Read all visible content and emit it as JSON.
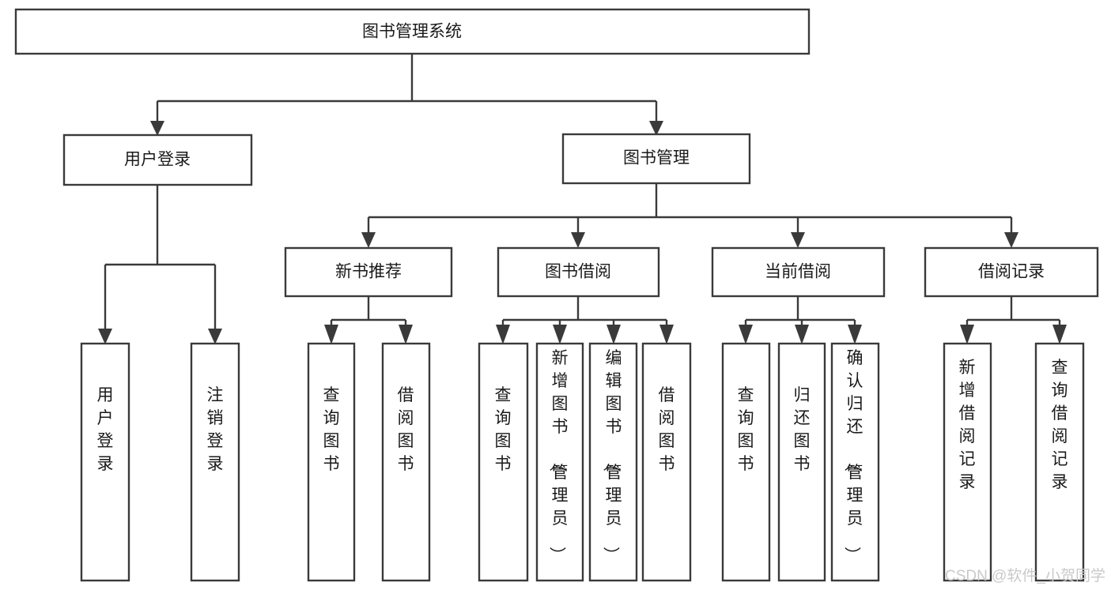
{
  "diagram": {
    "title": "图书管理系统",
    "orientation": "top-down-tree",
    "levels": 4,
    "colors": {
      "box_fill": "#ffffff",
      "box_stroke": "#3a3a3a",
      "text": "#1a1a1a",
      "background": "#ffffff",
      "watermark": "#c9c9c9"
    },
    "root": {
      "label": "图书管理系统"
    },
    "level2": [
      {
        "label": "用户登录"
      },
      {
        "label": "图书管理"
      }
    ],
    "level3": [
      {
        "label": "新书推荐"
      },
      {
        "label": "图书借阅"
      },
      {
        "label": "当前借阅"
      },
      {
        "label": "借阅记录"
      }
    ],
    "leaves": {
      "user_login": [
        {
          "label": "用户登录"
        },
        {
          "label": "注销登录"
        }
      ],
      "new_book_recommend": [
        {
          "label": "查询图书"
        },
        {
          "label": "借阅图书"
        }
      ],
      "book_borrow": [
        {
          "label": "查询图书"
        },
        {
          "label": "新增图书（管理员）"
        },
        {
          "label": "编辑图书（管理员）"
        },
        {
          "label": "借阅图书"
        }
      ],
      "current_borrow": [
        {
          "label": "查询图书"
        },
        {
          "label": "归还图书"
        },
        {
          "label": "确认归还（管理员）"
        }
      ],
      "borrow_record": [
        {
          "label": "新增借阅记录"
        },
        {
          "label": "查询借阅记录"
        }
      ]
    }
  },
  "watermark": {
    "text": "CSDN @软件_小贺同学"
  }
}
